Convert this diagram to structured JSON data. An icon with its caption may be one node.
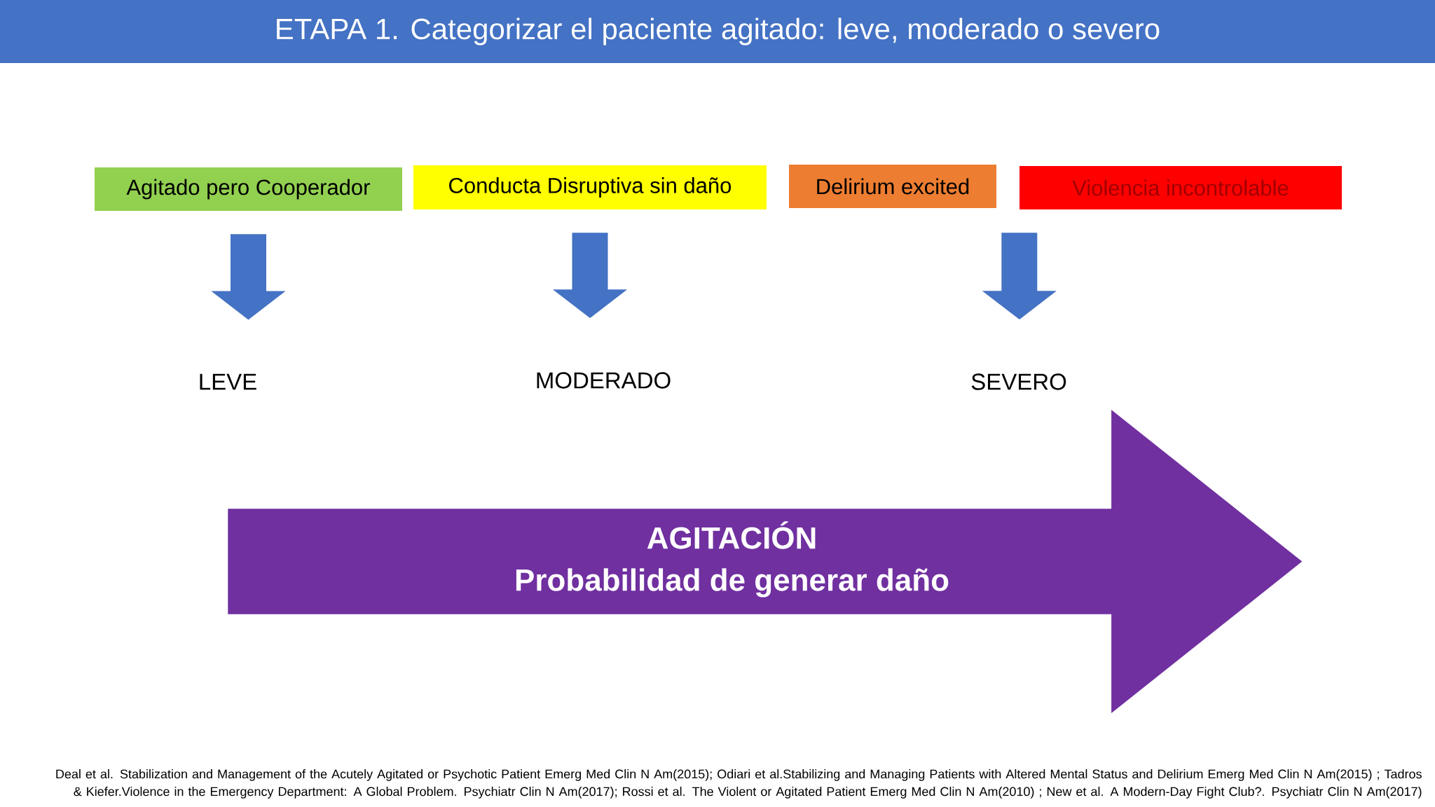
{
  "diagram": {
    "title": "ETAPA 1. Categorizar el paciente agitado: leve, moderado o severo",
    "nodes": [
      {
        "text": [
          "Agitado pero Cooperador"
        ]
      },
      {
        "text": [
          "Conducta Disruptiva sin daño"
        ]
      },
      {
        "text": [
          "Delirium excited"
        ]
      },
      {
        "text": [
          "Violencia incontrolable"
        ]
      },
      {
        "text": [
          "LEVE"
        ]
      },
      {
        "text": [
          "MODERADO"
        ]
      },
      {
        "text": [
          "SEVERO"
        ]
      },
      {
        "text": [
          "AGITACIÓN",
          "Probabilidad de generar daño"
        ]
      }
    ],
    "edges": [
      {
        "from": 0,
        "to": 4,
        "arrow": "to"
      },
      {
        "from": 1,
        "to": 5,
        "arrow": "to"
      },
      {
        "from": 3,
        "to": 6,
        "arrow": "to"
      }
    ],
    "labels": [
      "Deal et al. Stabilization and Management of the Acutely Agitated or Psychotic Patient Emerg Med Clin N Am(2015); Odiari et al.Stabilizing and Managing Patients with Altered Mental Status and Delirium Emerg Med Clin N Am(2015) ; Tadros & Kiefer.Violence in the Emergency Department: A Global Problem. Psychiatr Clin N Am(2017);  Rossi et al. The Violent or Agitated Patient Emerg Med Clin N Am(2010) ; New et al. A Modern-Day Fight Club?. Psychiatr Clin N Am(2017)"
    ]
  }
}
